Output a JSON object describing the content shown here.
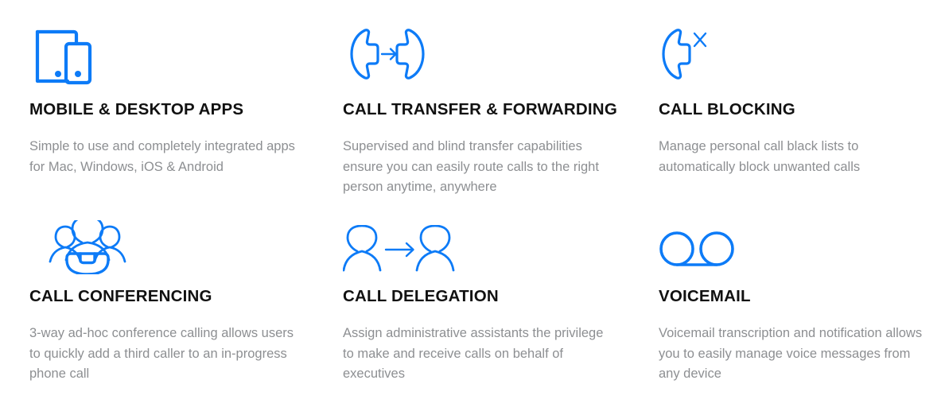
{
  "theme": {
    "accent": "#0d7bf7",
    "title_color": "#111111",
    "body_color": "#8d8f92",
    "background": "#ffffff"
  },
  "features": [
    {
      "icon": "mobile-desktop-devices-icon",
      "title": "MOBILE & DESKTOP APPS",
      "description": "Simple to use and completely integrated apps for Mac, Windows, iOS & Android"
    },
    {
      "icon": "call-transfer-handsets-arrow-icon",
      "title": "CALL TRANSFER & FORWARDING",
      "description": "Supervised and blind transfer capabilities ensure you can easily route calls to the right person anytime, anywhere"
    },
    {
      "icon": "call-blocking-handset-x-icon",
      "title": "CALL BLOCKING",
      "description": "Manage personal call black lists to automatically block unwanted calls"
    },
    {
      "icon": "call-conferencing-group-handset-icon",
      "title": "CALL CONFERENCING",
      "description": "3-way ad-hoc conference calling allows users to quickly add a third caller to an in-progress phone call"
    },
    {
      "icon": "call-delegation-persons-arrow-icon",
      "title": "CALL DELEGATION",
      "description": "Assign administrative assistants the privilege to make and receive calls on behalf of executives"
    },
    {
      "icon": "voicemail-tape-reels-icon",
      "title": "VOICEMAIL",
      "description": "Voicemail transcription and notification allows you to easily manage voice messages from any device"
    }
  ]
}
